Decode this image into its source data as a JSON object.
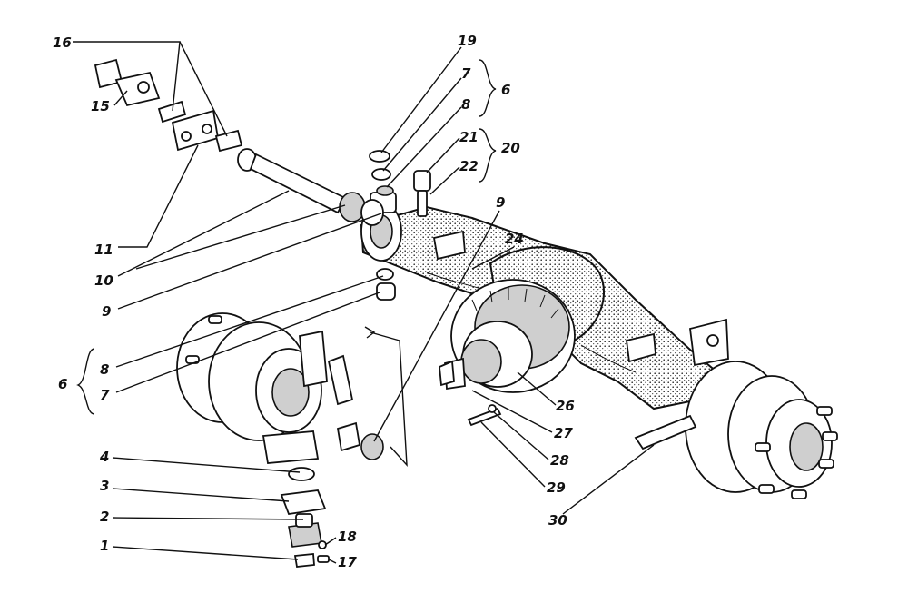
{
  "figure": {
    "labels": [
      {
        "id": "l16",
        "text": "16"
      },
      {
        "id": "l15",
        "text": "15"
      },
      {
        "id": "l11",
        "text": "11"
      },
      {
        "id": "l10",
        "text": "10"
      },
      {
        "id": "l9a",
        "text": "9"
      },
      {
        "id": "l19",
        "text": "19"
      },
      {
        "id": "l7a",
        "text": "7"
      },
      {
        "id": "l6a",
        "text": "6"
      },
      {
        "id": "l8a",
        "text": "8"
      },
      {
        "id": "l21",
        "text": "21"
      },
      {
        "id": "l20",
        "text": "20"
      },
      {
        "id": "l22",
        "text": "22"
      },
      {
        "id": "l9b",
        "text": "9"
      },
      {
        "id": "l24",
        "text": "24"
      },
      {
        "id": "l6b",
        "text": "6"
      },
      {
        "id": "l8b",
        "text": "8"
      },
      {
        "id": "l7b",
        "text": "7"
      },
      {
        "id": "l4",
        "text": "4"
      },
      {
        "id": "l3",
        "text": "3"
      },
      {
        "id": "l2",
        "text": "2"
      },
      {
        "id": "l1",
        "text": "1"
      },
      {
        "id": "l18",
        "text": "18"
      },
      {
        "id": "l17",
        "text": "17"
      },
      {
        "id": "l26",
        "text": "26"
      },
      {
        "id": "l27",
        "text": "27"
      },
      {
        "id": "l28",
        "text": "28"
      },
      {
        "id": "l29",
        "text": "29"
      },
      {
        "id": "l30",
        "text": "30"
      }
    ]
  }
}
